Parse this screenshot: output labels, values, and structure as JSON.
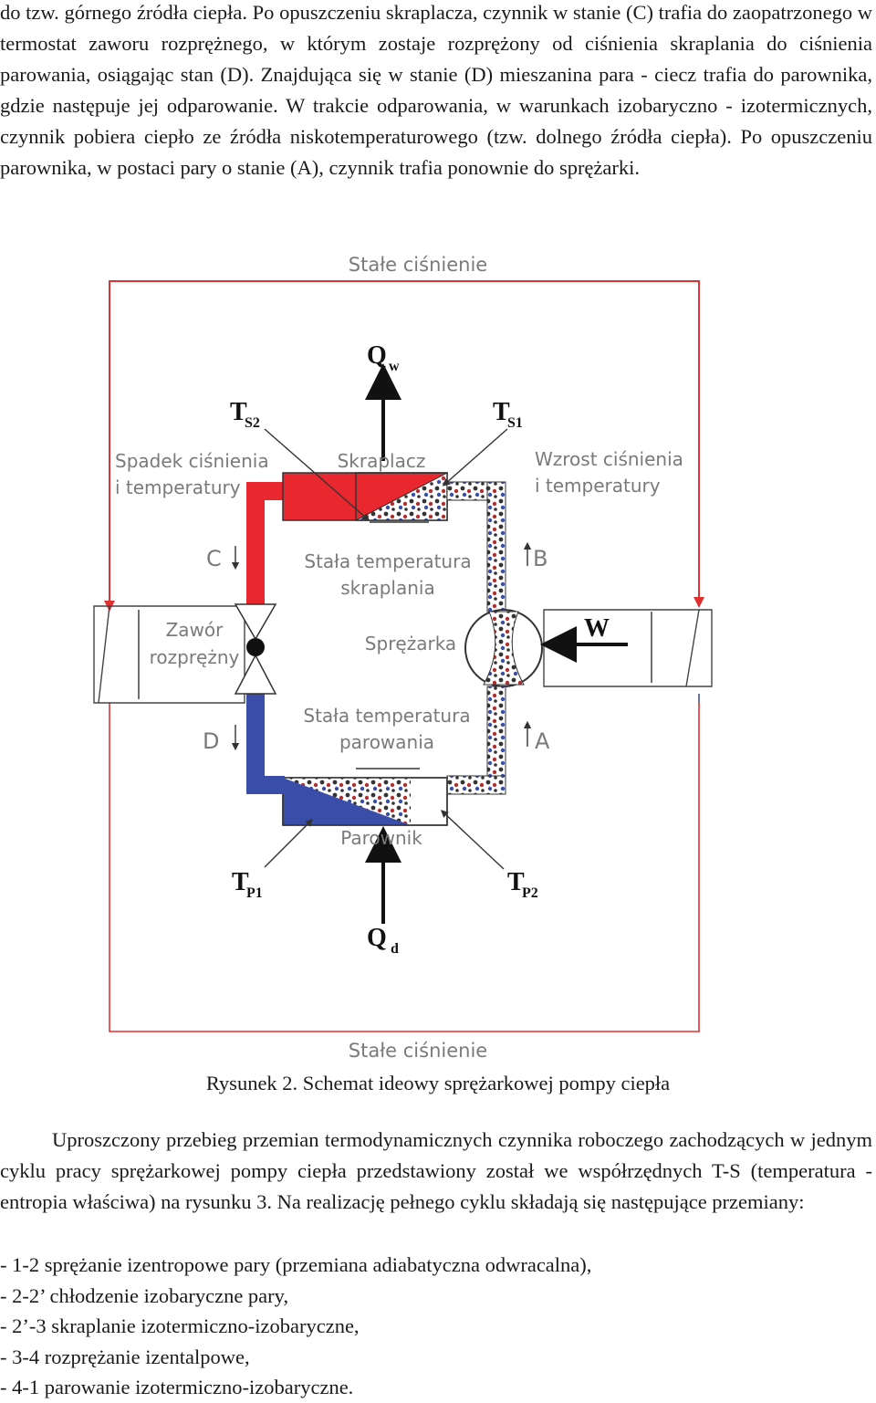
{
  "intro_paragraph": "do tzw. górnego źródła ciepła. Po opuszczeniu skraplacza, czynnik w stanie (C) trafia do zaopatrzonego w termostat zaworu rozprężnego, w którym zostaje rozprężony od ciśnienia skraplania do ciśnienia parowania, osiągając stan (D). Znajdująca się w stanie (D) mieszanina para - ciecz trafia do parownika, gdzie następuje jej odparowanie. W trakcie odparowania, w warunkach izobaryczno - izotermicznych, czynnik pobiera ciepło ze źródła niskotemperaturowego (tzw. dolnego źródła ciepła). Po opuszczeniu parownika, w postaci pary o stanie (A), czynnik trafia ponownie do sprężarki.",
  "diagram": {
    "top_label": "Stałe ciśnienie",
    "bottom_label": "Stałe ciśnienie",
    "qw_label": "Q",
    "qw_sub": "w",
    "qd_label": "Q",
    "qd_sub": "d",
    "ts2_label": "T",
    "ts2_sub": "S2",
    "ts1_label": "T",
    "ts1_sub": "S1",
    "tp1_label": "T",
    "tp1_sub": "P1",
    "tp2_label": "T",
    "tp2_sub": "P2",
    "left_note_line1": "Spadek ciśnienia",
    "left_note_line2": "i  temperatury",
    "right_note_line1": "Wzrost ciśnienia",
    "right_note_line2": "i  temperatury",
    "condenser_label": "Skraplacz",
    "condensing_temp_line1": "Stała temperatura",
    "condensing_temp_line2": "skraplania",
    "compressor_label": "Sprężarka",
    "valve_line1": "Zawór",
    "valve_line2": "rozprężny",
    "evaporating_temp_line1": "Stała temperatura",
    "evaporating_temp_line2": "parowania",
    "evaporator_label": "Parownik",
    "work_label": "W",
    "state_c": "C",
    "state_b": "B",
    "state_d": "D",
    "state_a": "A",
    "colors": {
      "hot": "#e8282e",
      "cold": "#3a4da8",
      "border": "#e03030",
      "label_gray": "#7a7a7a"
    }
  },
  "caption": "Rysunek 2. Schemat ideowy sprężarkowej pompy ciepła",
  "second_paragraph": "Uproszczony przebieg przemian termodynamicznych czynnika roboczego zachodzących w jednym cyklu pracy sprężarkowej pompy ciepła przedstawiony został we współrzędnych T-S (temperatura - entropia właściwa) na rysunku 3. Na realizację pełnego cyklu składają się następujące przemiany:",
  "list_items": [
    "- 1-2 sprężanie izentropowe pary (przemiana adiabatyczna odwracalna),",
    "- 2-2’ chłodzenie izobaryczne pary,",
    "- 2’-3 skraplanie izotermiczno-izobaryczne,",
    "- 3-4 rozprężanie izentalpowe,",
    "- 4-1 parowanie izotermiczno-izobaryczne."
  ]
}
